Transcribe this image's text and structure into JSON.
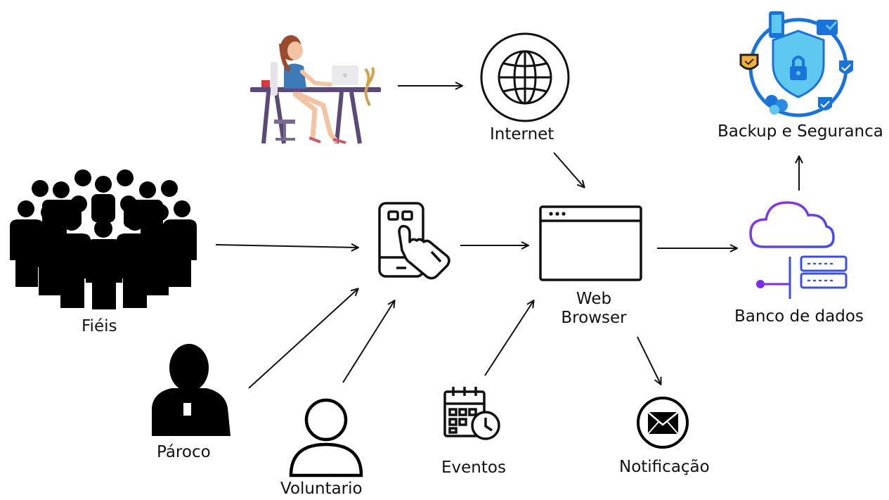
{
  "labels": {
    "internet": "Internet",
    "backup": "Backup e Seguranca",
    "fieis": "Fiéis",
    "web_line1": "Web",
    "web_line2": "Browser",
    "banco": "Banco de dados",
    "paroco": "Pároco",
    "voluntario": "Voluntario",
    "eventos": "Eventos",
    "notificacao": "Notificação"
  },
  "colors": {
    "ink": "#111111",
    "database_accent": "#7b2cf0",
    "database_blue": "#3a4fe0",
    "security_blue": "#1a73d9",
    "security_light": "#5ec8f0",
    "desk_purple": "#5b4a78",
    "person_hair": "#9b4a2e",
    "person_shirt": "#3f7ab8",
    "cup_red": "#d9383a"
  },
  "icons": [
    "woman-at-desk-icon",
    "globe-icon",
    "security-shield-icon",
    "crowd-icon",
    "smartphone-touch-icon",
    "browser-window-icon",
    "cloud-database-icon",
    "priest-icon",
    "user-outline-icon",
    "calendar-clock-icon",
    "envelope-icon"
  ]
}
